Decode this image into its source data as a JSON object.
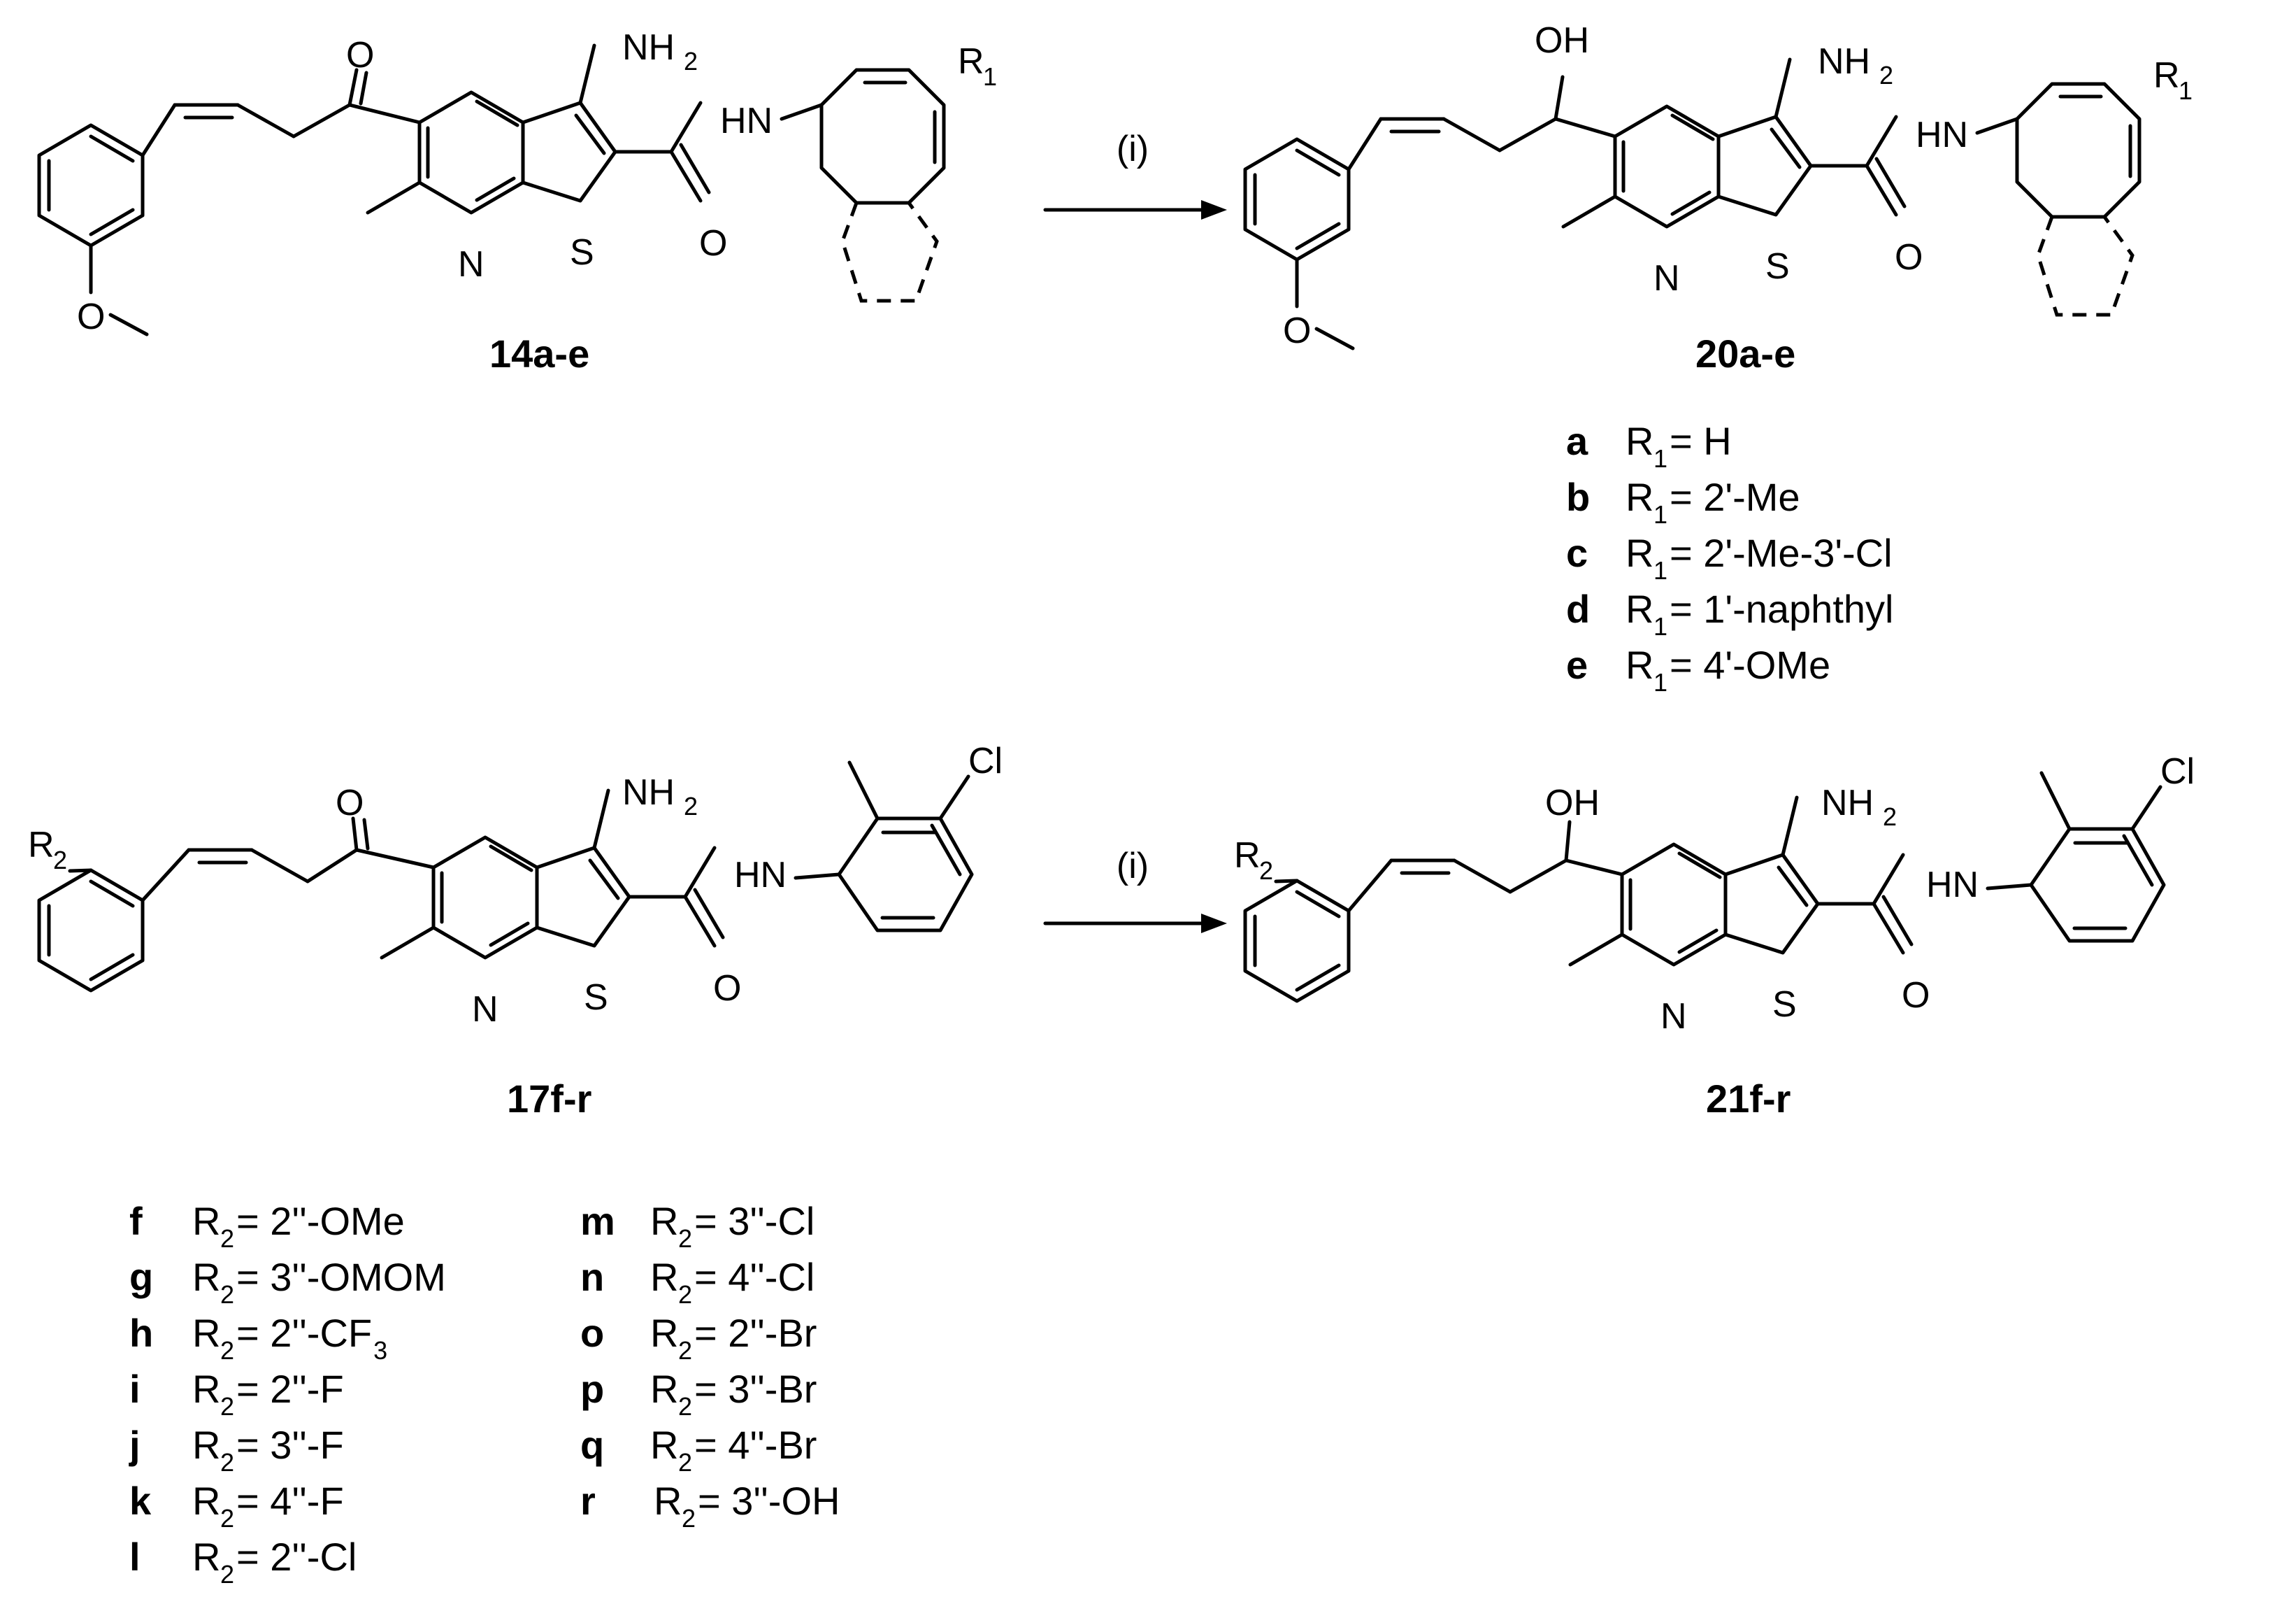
{
  "colors": {
    "ink": "#000000",
    "background": "#ffffff"
  },
  "atoms": {
    "O": "O",
    "OH": "OH",
    "NH": "NH",
    "N": "N",
    "S": "S",
    "HN": "HN",
    "Cl": "Cl",
    "R": "R",
    "two": "2",
    "one": "1"
  },
  "reaction": {
    "condition": "(i)"
  },
  "compounds": {
    "c14": "14a-e",
    "c20": "20a-e",
    "c17": "17f-r",
    "c21": "21f-r"
  },
  "r1_table": [
    {
      "id": "a",
      "value": " = H"
    },
    {
      "id": "b",
      "value": " = 2'-Me"
    },
    {
      "id": "c",
      "value": " = 2'-Me-3'-Cl"
    },
    {
      "id": "d",
      "value": " = 1'-naphthyl"
    },
    {
      "id": "e",
      "value": " = 4'-OMe"
    }
  ],
  "r2_table_left": [
    {
      "id": "f",
      "value": " = 2''-OMe"
    },
    {
      "id": "g",
      "value": " = 3''-OMOM"
    },
    {
      "id": "h",
      "value": " = 2''-CF",
      "sub": "3"
    },
    {
      "id": "i",
      "value": " = 2''-F"
    },
    {
      "id": "j",
      "value": " = 3''-F"
    },
    {
      "id": "k",
      "value": " = 4''-F"
    },
    {
      "id": "l",
      "value": " = 2''-Cl"
    }
  ],
  "r2_table_right": [
    {
      "id": "m",
      "value": " = 3''-Cl"
    },
    {
      "id": "n",
      "value": " = 4''-Cl"
    },
    {
      "id": "o",
      "value": " = 2''-Br"
    },
    {
      "id": "p",
      "value": " = 3''-Br"
    },
    {
      "id": "q",
      "value": " = 4''-Br"
    },
    {
      "id": "r",
      "value": " = 3''-OH"
    }
  ]
}
